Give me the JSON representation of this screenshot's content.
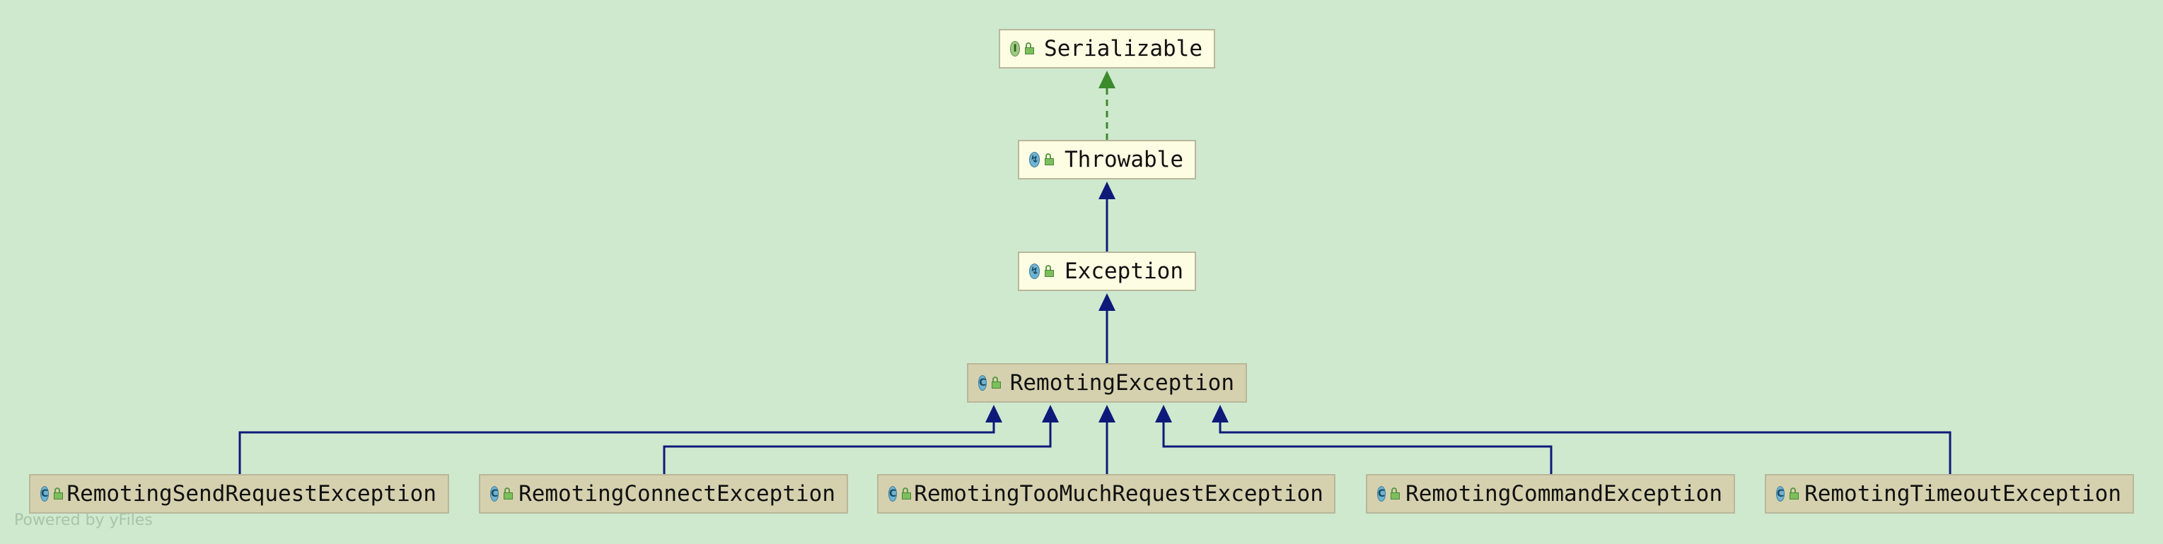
{
  "colors": {
    "background": "#cfe9cf",
    "inherit_edge": "#0e1a7a",
    "implement_edge": "#3b8a2c"
  },
  "nodes": {
    "serializable": {
      "label": "Serializable",
      "kind": "interface",
      "icon": "interface-icon",
      "icon_letter": "I"
    },
    "throwable": {
      "label": "Throwable",
      "kind": "throwable",
      "icon": "throwable-class-icon",
      "icon_letter": "↯"
    },
    "exception": {
      "label": "Exception",
      "kind": "throwable",
      "icon": "throwable-class-icon",
      "icon_letter": "↯"
    },
    "remoting_exception": {
      "label": "RemotingException",
      "kind": "class",
      "icon": "class-icon",
      "icon_letter": "C"
    },
    "send_request": {
      "label": "RemotingSendRequestException",
      "kind": "class",
      "icon": "class-icon",
      "icon_letter": "C"
    },
    "connect": {
      "label": "RemotingConnectException",
      "kind": "class",
      "icon": "class-icon",
      "icon_letter": "C"
    },
    "too_much_request": {
      "label": "RemotingTooMuchRequestException",
      "kind": "class",
      "icon": "class-icon",
      "icon_letter": "C"
    },
    "command": {
      "label": "RemotingCommandException",
      "kind": "class",
      "icon": "class-icon",
      "icon_letter": "C"
    },
    "timeout": {
      "label": "RemotingTimeoutException",
      "kind": "class",
      "icon": "class-icon",
      "icon_letter": "C"
    }
  },
  "edges": [
    {
      "from": "Throwable",
      "to": "Serializable",
      "type": "implements"
    },
    {
      "from": "Exception",
      "to": "Throwable",
      "type": "extends"
    },
    {
      "from": "RemotingException",
      "to": "Exception",
      "type": "extends"
    },
    {
      "from": "RemotingSendRequestException",
      "to": "RemotingException",
      "type": "extends"
    },
    {
      "from": "RemotingConnectException",
      "to": "RemotingException",
      "type": "extends"
    },
    {
      "from": "RemotingTooMuchRequestException",
      "to": "RemotingException",
      "type": "extends"
    },
    {
      "from": "RemotingCommandException",
      "to": "RemotingException",
      "type": "extends"
    },
    {
      "from": "RemotingTimeoutException",
      "to": "RemotingException",
      "type": "extends"
    }
  ],
  "watermark": "Powered by yFiles"
}
